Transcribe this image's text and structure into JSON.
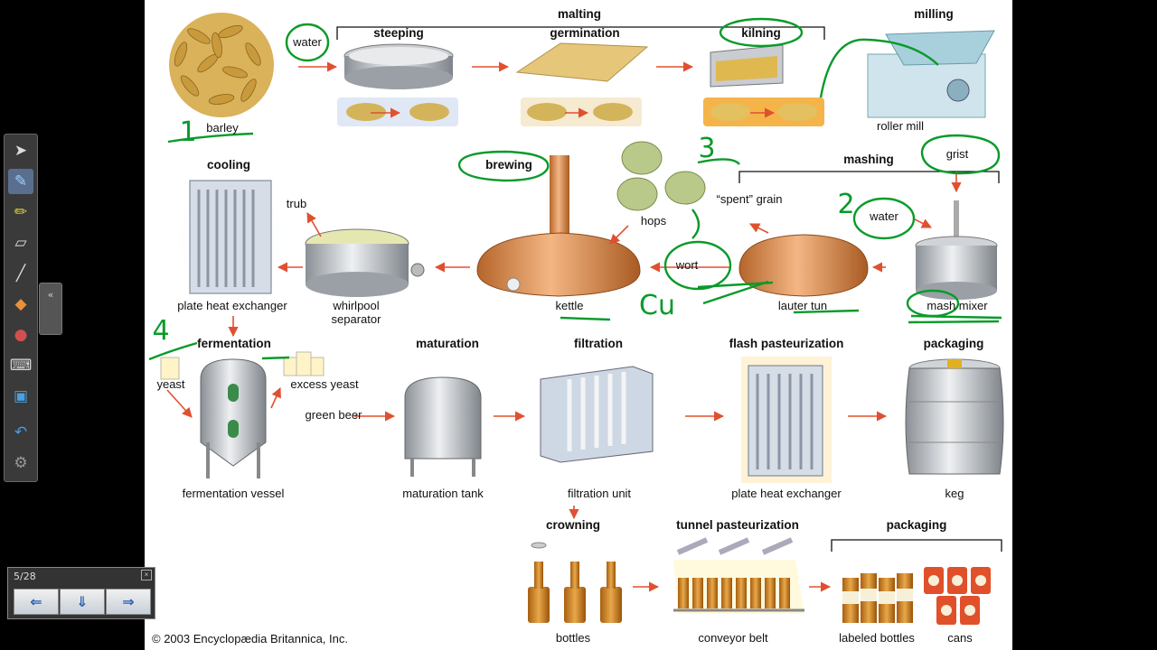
{
  "toolbar": {
    "tools": [
      {
        "name": "select-arrow-icon",
        "glyph": "➤"
      },
      {
        "name": "pen-icon",
        "glyph": "✎"
      },
      {
        "name": "highlighter-icon",
        "glyph": "✏"
      },
      {
        "name": "eraser-icon",
        "glyph": "▱"
      },
      {
        "name": "line-icon",
        "glyph": "╱"
      },
      {
        "name": "shapes-icon",
        "glyph": "◆"
      },
      {
        "name": "fill-icon",
        "glyph": "●"
      },
      {
        "name": "keyboard-icon",
        "glyph": "⌨"
      },
      {
        "name": "note-icon",
        "glyph": "▣"
      },
      {
        "name": "undo-icon",
        "glyph": "↶"
      },
      {
        "name": "settings-icon",
        "glyph": "⚙"
      }
    ],
    "dock_glyph": "«"
  },
  "pager": {
    "label": "5/28",
    "prev_glyph": "⇐",
    "menu_glyph": "⇓",
    "next_glyph": "⇒",
    "close_glyph": "×"
  },
  "diagram": {
    "malting": "malting",
    "steeping": "steeping",
    "germination": "germination",
    "kilning": "kilning",
    "milling": "milling",
    "barley": "barley",
    "water": "water",
    "roller_mill": "roller mill",
    "grist": "grist",
    "mashing": "mashing",
    "brewing": "brewing",
    "cooling": "cooling",
    "trub": "trub",
    "hops": "hops",
    "spent_grain": "“spent” grain",
    "water2": "water",
    "wort": "wort",
    "plate_heat_exchanger": "plate heat exchanger",
    "whirlpool_separator": "whirlpool separator",
    "kettle": "kettle",
    "lauter_tun": "lauter tun",
    "mash_mixer": "mash mixer",
    "fermentation": "fermentation",
    "maturation": "maturation",
    "filtration": "filtration",
    "flash_pasteurization": "flash pasteurization",
    "packaging": "packaging",
    "yeast": "yeast",
    "excess_yeast": "excess yeast",
    "green_beer": "green beer",
    "fermentation_vessel": "fermentation vessel",
    "maturation_tank": "maturation tank",
    "filtration_unit": "filtration unit",
    "plate_heat_exchanger2": "plate heat exchanger",
    "keg": "keg",
    "crowning": "crowning",
    "tunnel_pasteurization": "tunnel pasteurization",
    "packaging2": "packaging",
    "bottles": "bottles",
    "conveyor_belt": "conveyor belt",
    "labeled_bottles": "labeled bottles",
    "cans": "cans",
    "copyright": "© 2003 Encyclopædia Britannica, Inc."
  },
  "annotations": {
    "n1": "1",
    "n2": "2",
    "n3": "3",
    "n4": "4",
    "cu": "Cu"
  },
  "colors": {
    "arrow": "#e05030",
    "annotation": "#0a9a2a",
    "copper": "#d9894a",
    "steel": "#b8bcc0",
    "amber": "#c97a1a"
  }
}
